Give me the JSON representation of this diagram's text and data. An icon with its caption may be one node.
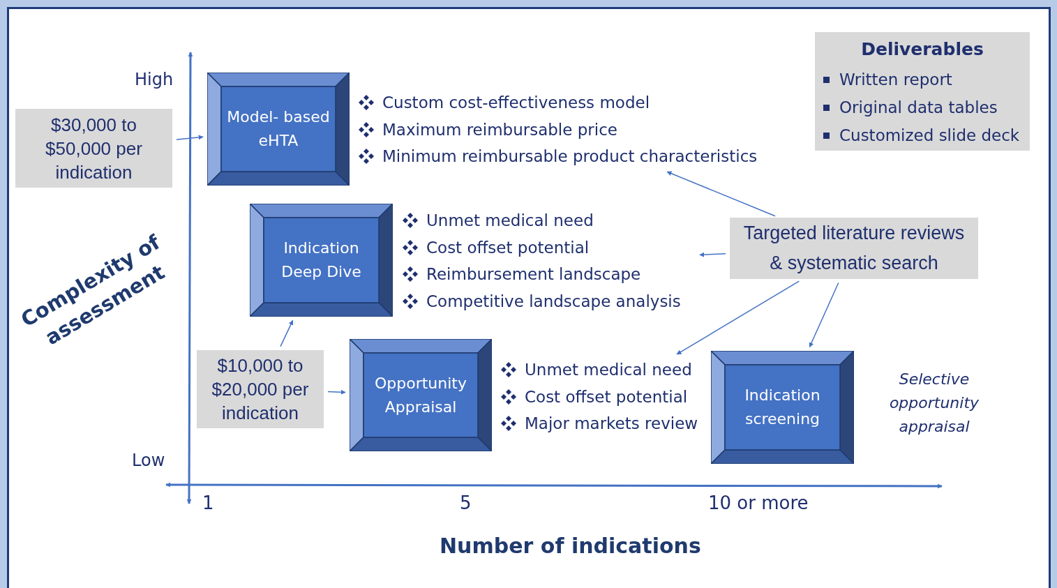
{
  "diagram": {
    "nodes": [
      {
        "text": [
          "$30,000 to $50,000 per indication"
        ]
      },
      {
        "text": [
          "Model- based eHTA"
        ]
      },
      {
        "text": [
          "Custom cost-effectiveness model",
          "Maximum reimbursable price",
          "Minimum reimbursable product characteristics"
        ]
      },
      {
        "text": [
          "Deliverables",
          "Written report",
          "Original data tables",
          "Customized slide deck"
        ]
      },
      {
        "text": [
          "Indication Deep Dive"
        ]
      },
      {
        "text": [
          "Unmet medical need",
          "Cost offset potential",
          "Reimbursement landscape",
          "Competitive landscape analysis"
        ]
      },
      {
        "text": [
          "Targeted literature reviews & systematic search"
        ]
      },
      {
        "text": [
          "$10,000 to $20,000 per indication"
        ]
      },
      {
        "text": [
          "Opportunity Appraisal"
        ]
      },
      {
        "text": [
          "Unmet medical need",
          "Cost offset potential",
          "Major markets review"
        ]
      },
      {
        "text": [
          "Indication screening"
        ],
        "beside": [
          "Selective opportunity appraisal"
        ]
      }
    ],
    "edges": [
      {
        "from": 0,
        "to": 1,
        "arrow": "to"
      },
      {
        "from": 7,
        "to": 4,
        "arrow": "to"
      },
      {
        "from": 7,
        "to": 8,
        "arrow": "to"
      },
      {
        "from": 6,
        "to": 2,
        "arrow": "to"
      },
      {
        "from": 6,
        "to": 5,
        "arrow": "to"
      },
      {
        "from": 6,
        "to": 9,
        "arrow": "to"
      },
      {
        "from": 6,
        "to": 10,
        "arrow": "to"
      }
    ],
    "labels": [
      "High",
      "Low",
      "Complexity of assessment",
      "1",
      "5",
      "10 or more",
      "Number of indications"
    ]
  }
}
